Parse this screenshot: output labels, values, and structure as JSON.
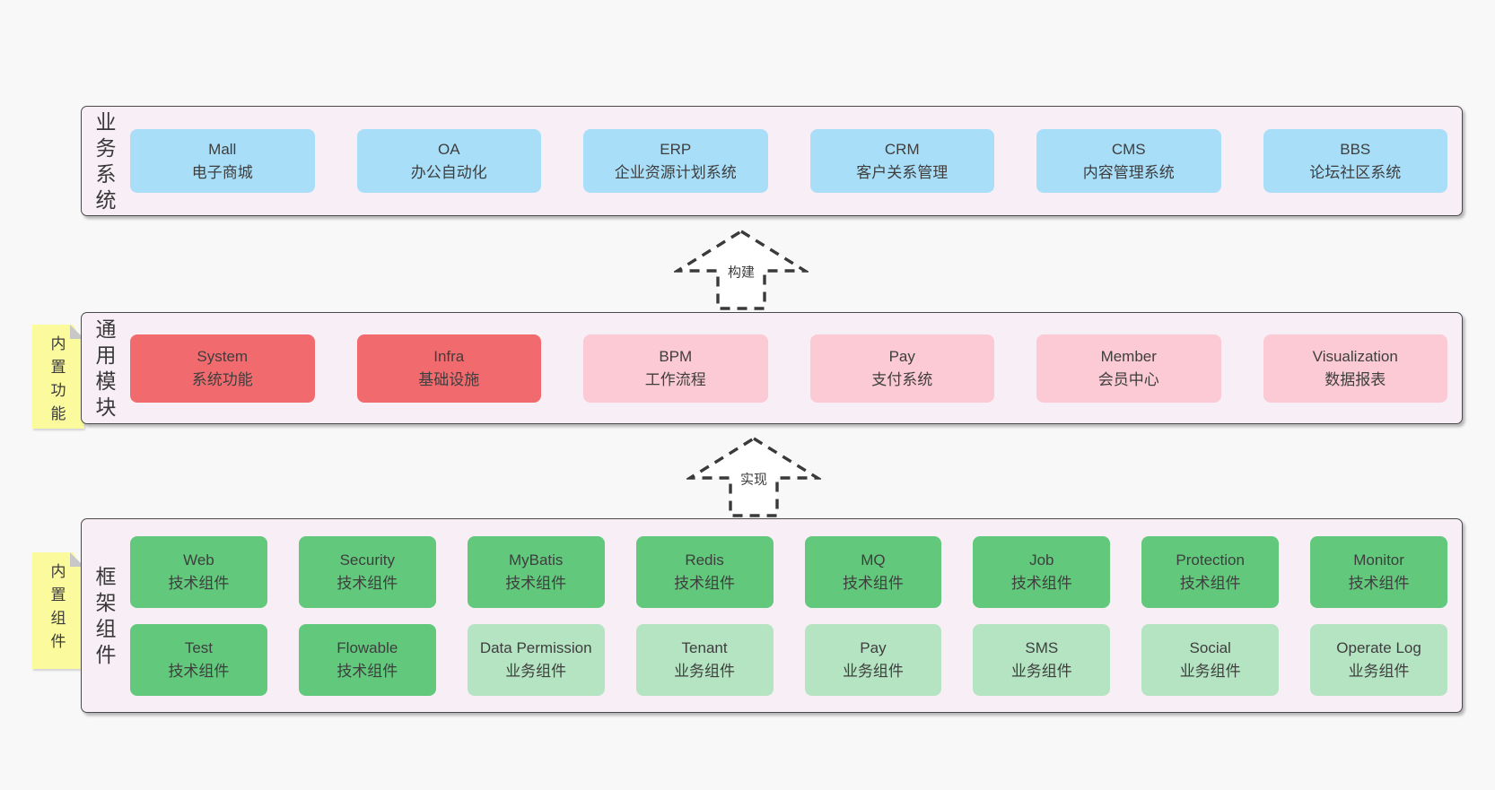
{
  "colors": {
    "page_bg": "#f8f8f8",
    "band_bg": "#f8eef6",
    "band_border": "#4a4a4a",
    "node_blue": "#a9def8",
    "node_red": "#f16b6e",
    "node_pink": "#fbcad4",
    "node_green": "#62c87c",
    "node_green_light": "#b5e4c2",
    "sticky_yellow": "#fbfb9e",
    "sticky_fold": "#c8c8c8",
    "text": "#3e3e3e"
  },
  "arrows": [
    {
      "label": "构建"
    },
    {
      "label": "实现"
    }
  ],
  "stickies": [
    {
      "label": "内置功能"
    },
    {
      "label": "内置组件"
    }
  ],
  "layers": {
    "business": {
      "label": "业务系统",
      "boxes": [
        {
          "title": "Mall",
          "subtitle": "电子商城"
        },
        {
          "title": "OA",
          "subtitle": "办公自动化"
        },
        {
          "title": "ERP",
          "subtitle": "企业资源计划系统"
        },
        {
          "title": "CRM",
          "subtitle": "客户关系管理"
        },
        {
          "title": "CMS",
          "subtitle": "内容管理系统"
        },
        {
          "title": "BBS",
          "subtitle": "论坛社区系统"
        }
      ]
    },
    "modules": {
      "label": "通用模块",
      "boxes": [
        {
          "title": "System",
          "subtitle": "系统功能"
        },
        {
          "title": "Infra",
          "subtitle": "基础设施"
        },
        {
          "title": "BPM",
          "subtitle": "工作流程"
        },
        {
          "title": "Pay",
          "subtitle": "支付系统"
        },
        {
          "title": "Member",
          "subtitle": "会员中心"
        },
        {
          "title": "Visualization",
          "subtitle": "数据报表"
        }
      ]
    },
    "components": {
      "label": "框架组件",
      "rows": [
        [
          {
            "title": "Web",
            "subtitle": "技术组件"
          },
          {
            "title": "Security",
            "subtitle": "技术组件"
          },
          {
            "title": "MyBatis",
            "subtitle": "技术组件"
          },
          {
            "title": "Redis",
            "subtitle": "技术组件"
          },
          {
            "title": "MQ",
            "subtitle": "技术组件"
          },
          {
            "title": "Job",
            "subtitle": "技术组件"
          },
          {
            "title": "Protection",
            "subtitle": "技术组件"
          },
          {
            "title": "Monitor",
            "subtitle": "技术组件"
          }
        ],
        [
          {
            "title": "Test",
            "subtitle": "技术组件"
          },
          {
            "title": "Flowable",
            "subtitle": "技术组件"
          },
          {
            "title": "Data Permission",
            "subtitle": "业务组件"
          },
          {
            "title": "Tenant",
            "subtitle": "业务组件"
          },
          {
            "title": "Pay",
            "subtitle": "业务组件"
          },
          {
            "title": "SMS",
            "subtitle": "业务组件"
          },
          {
            "title": "Social",
            "subtitle": "业务组件"
          },
          {
            "title": "Operate Log",
            "subtitle": "业务组件"
          }
        ]
      ]
    }
  }
}
